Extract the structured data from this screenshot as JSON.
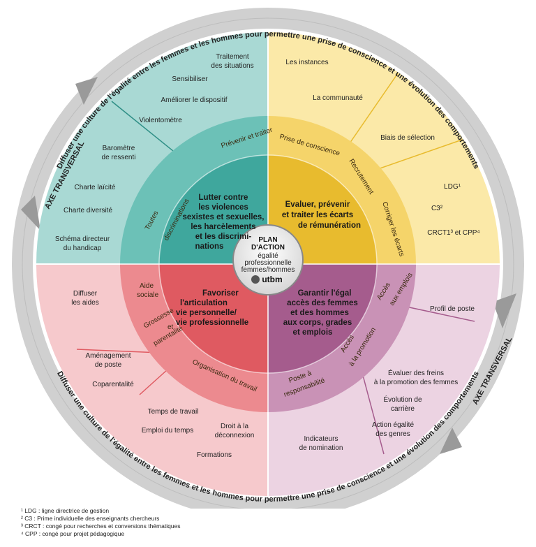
{
  "ring_text": {
    "top": "Diffuser une culture de l'égalité entre les femmes et les hommes pour permettre une prise de conscience et une évolution des comportements",
    "bottom": "Diffuser une culture de l'égalité entre les femmes et les hommes pour permettre une prise de conscience et une évolution des comportements"
  },
  "axe_transversal": {
    "left": "AXE TRANSVERSAL",
    "right": "AXE TRANSVERSAL"
  },
  "center": {
    "line1": "PLAN",
    "line2": "D'ACTION",
    "line3": "égalité",
    "line4": "professionnelle",
    "line5": "femmes/hommes",
    "logo": "utbm"
  },
  "quadrants": {
    "violences": {
      "theme": [
        "Lutter contre",
        "les violences",
        "sexistes et sexuelles,",
        "les harcèlements",
        "et les discrimi-",
        "nations"
      ],
      "middle": [
        "Prévenir et traiter",
        "Toutes",
        "discriminations"
      ],
      "outer": {
        "traitement": [
          "Traitement",
          "des situations"
        ],
        "sensibiliser": "Sensibiliser",
        "ameliorer": "Améliorer le dispositif",
        "violentometre": "Violentomètre",
        "barometre": [
          "Baromètre",
          "de ressenti"
        ],
        "laicite": "Charte laïcité",
        "diversite": "Charte diversité",
        "handicap": [
          "Schéma directeur",
          "du handicap"
        ]
      }
    },
    "remuneration": {
      "theme": [
        "Evaluer, prévenir",
        "et traiter les écarts",
        "de rémunération"
      ],
      "middle": [
        "Prise de conscience",
        "Recrutement",
        "Corriger les écarts"
      ],
      "outer": {
        "instances": "Les instances",
        "communaute": "La communauté",
        "biais": "Biais de sélection",
        "ldg": "LDG¹",
        "c3": "C3²",
        "crct": "CRCT1³ et CPP⁴"
      }
    },
    "articulation": {
      "theme": [
        "Favoriser",
        "l'articulation",
        "vie personnelle/",
        "vie professionnelle"
      ],
      "middle": [
        "Aide",
        "sociale",
        "Grossesse",
        "et",
        "parentalité",
        "Organisation du travail"
      ],
      "outer": {
        "diffuser": [
          "Diffuser",
          "les aides"
        ],
        "amenagement": [
          "Aménagement",
          "de poste"
        ],
        "coparentalite": "Coparentalité",
        "temps": "Temps de travail",
        "emploi": "Emploi du temps",
        "deconnexion": [
          "Droit à la",
          "déconnexion"
        ],
        "formations": "Formations"
      }
    },
    "egal_acces": {
      "theme": [
        "Garantir l'égal",
        "accès des femmes",
        "et des hommes",
        "aux corps, grades",
        "et emplois"
      ],
      "middle": [
        "Accès",
        "aux emplois",
        "Accès",
        "à la promotion",
        "Poste à",
        "responsabilité"
      ],
      "outer": {
        "profil": "Profil de poste",
        "freins": [
          "Évaluer des freins",
          "à la promotion des femmes"
        ],
        "evolution": [
          "Évolution de",
          "carrière"
        ],
        "action": [
          "Action égalité",
          "des genres"
        ],
        "indicateurs": [
          "Indicateurs",
          "de nomination"
        ]
      }
    }
  },
  "footnotes": [
    "¹ LDG : ligne directrice de gestion",
    "² C3 : Prime individuelle des enseignants chercheurs",
    "³ CRCT : congé pour recherches et conversions thématiques",
    "⁴ CPP : congé pour projet pédagogique"
  ],
  "colors": {
    "teal_outer": "#a9d9d4",
    "teal_mid": "#6cc1b7",
    "teal_inner": "#3fa79d",
    "yellow_outer": "#fbe9a8",
    "yellow_mid": "#f5d46a",
    "yellow_inner": "#e8bb2e",
    "red_outer": "#f6c9cc",
    "red_mid": "#ec8a8f",
    "red_inner": "#df5a61",
    "purple_outer": "#ecd3e2",
    "purple_mid": "#c992b6",
    "purple_inner": "#a55c8d",
    "ring_gray": "#cfcfcf"
  }
}
